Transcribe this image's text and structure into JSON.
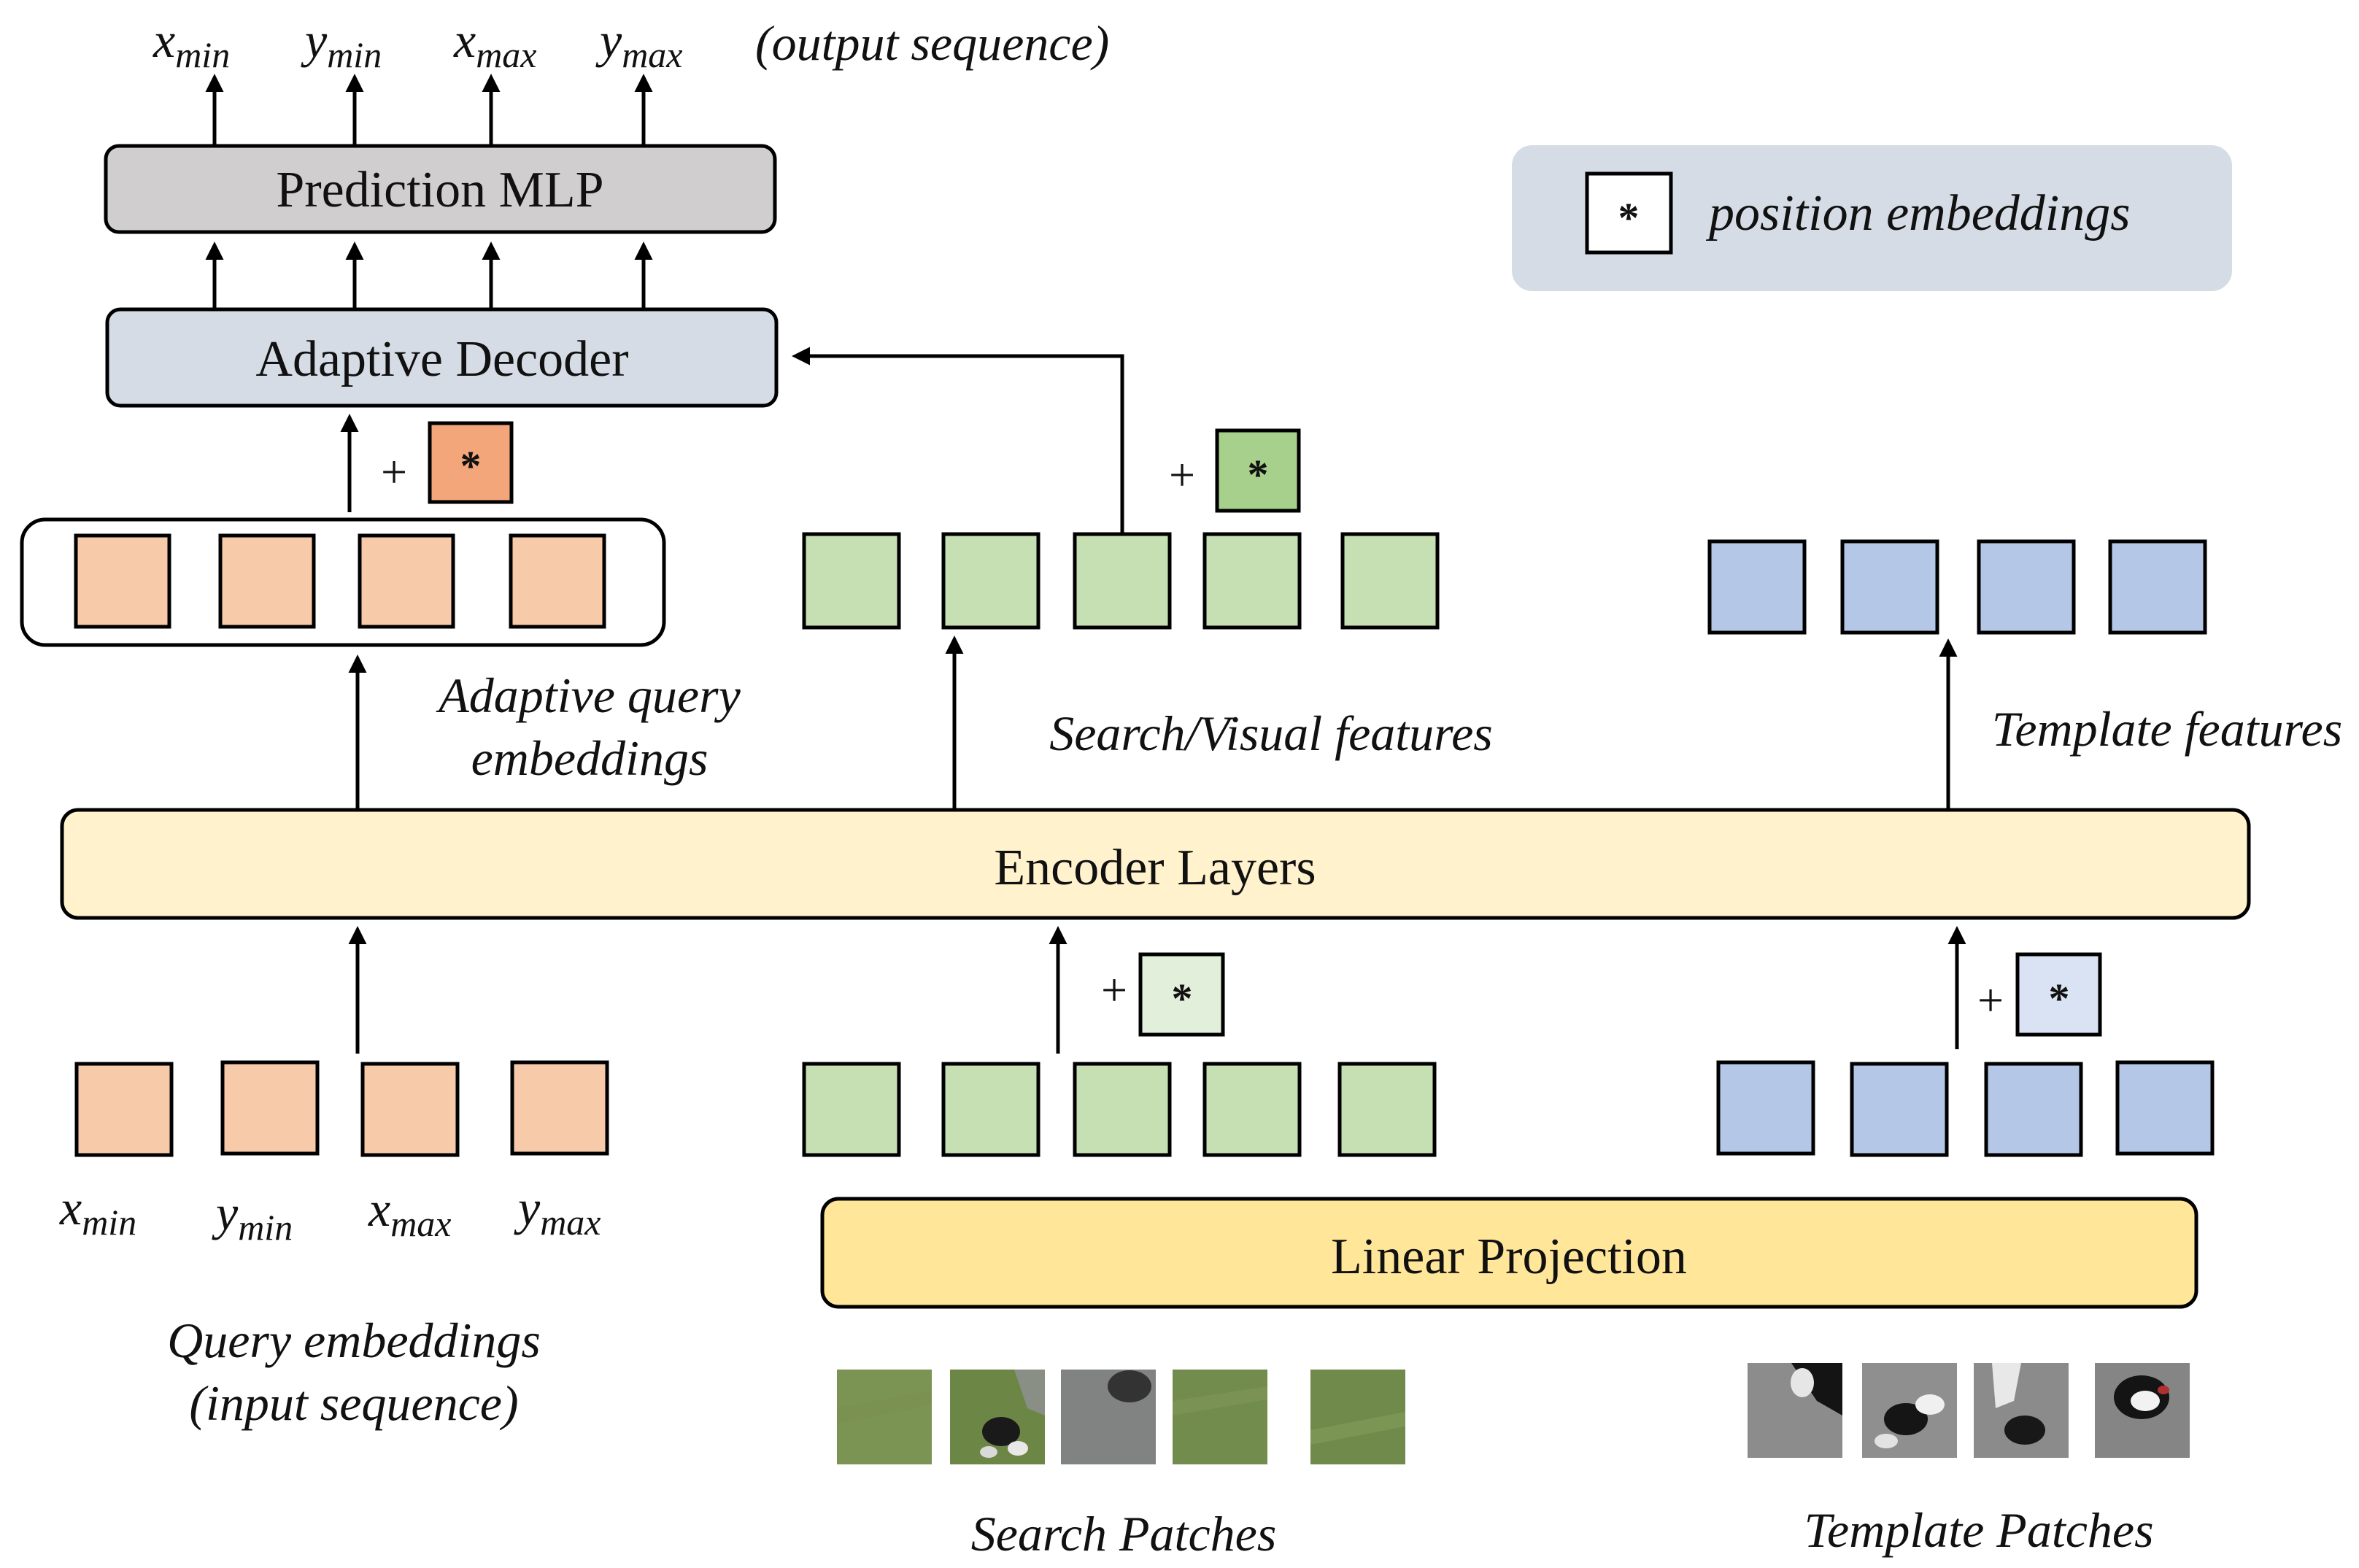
{
  "output_sequence": {
    "tokens": [
      {
        "base": "x",
        "sub": "min"
      },
      {
        "base": "y",
        "sub": "min"
      },
      {
        "base": "x",
        "sub": "max"
      },
      {
        "base": "y",
        "sub": "max"
      }
    ],
    "caption": "(output sequence)"
  },
  "blocks": {
    "prediction_mlp": "Prediction MLP",
    "adaptive_decoder": "Adaptive Decoder",
    "encoder_layers": "Encoder Layers",
    "linear_projection": "Linear Projection"
  },
  "legend": {
    "symbol": "*",
    "text": "position embeddings"
  },
  "plus_sign": "+",
  "pos_symbol": "*",
  "labels": {
    "adaptive_query_line1": "Adaptive query",
    "adaptive_query_line2": "embeddings",
    "search_visual_features": "Search/Visual features",
    "template_features": "Template features",
    "query_embeddings_line1": "Query embeddings",
    "query_embeddings_line2": "(input sequence)",
    "search_patches": "Search Patches",
    "template_patches": "Template Patches"
  },
  "input_query_tokens": [
    {
      "base": "x",
      "sub": "min"
    },
    {
      "base": "y",
      "sub": "min"
    },
    {
      "base": "x",
      "sub": "max"
    },
    {
      "base": "y",
      "sub": "max"
    }
  ],
  "colors": {
    "query_token": "#f7cbaa",
    "query_pos": "#f2a679",
    "search_token": "#c6e0b4",
    "search_pos_top": "#a8d08d",
    "search_pos_bottom": "#e2efda",
    "template_token": "#b4c7e7",
    "template_pos": "#dae3f3",
    "mlp_fill": "#d0cece",
    "decoder_fill": "#d6dce5",
    "encoder_fill": "#fff2cc",
    "projection_fill": "#ffe699",
    "legend_fill": "#d6dce5"
  }
}
